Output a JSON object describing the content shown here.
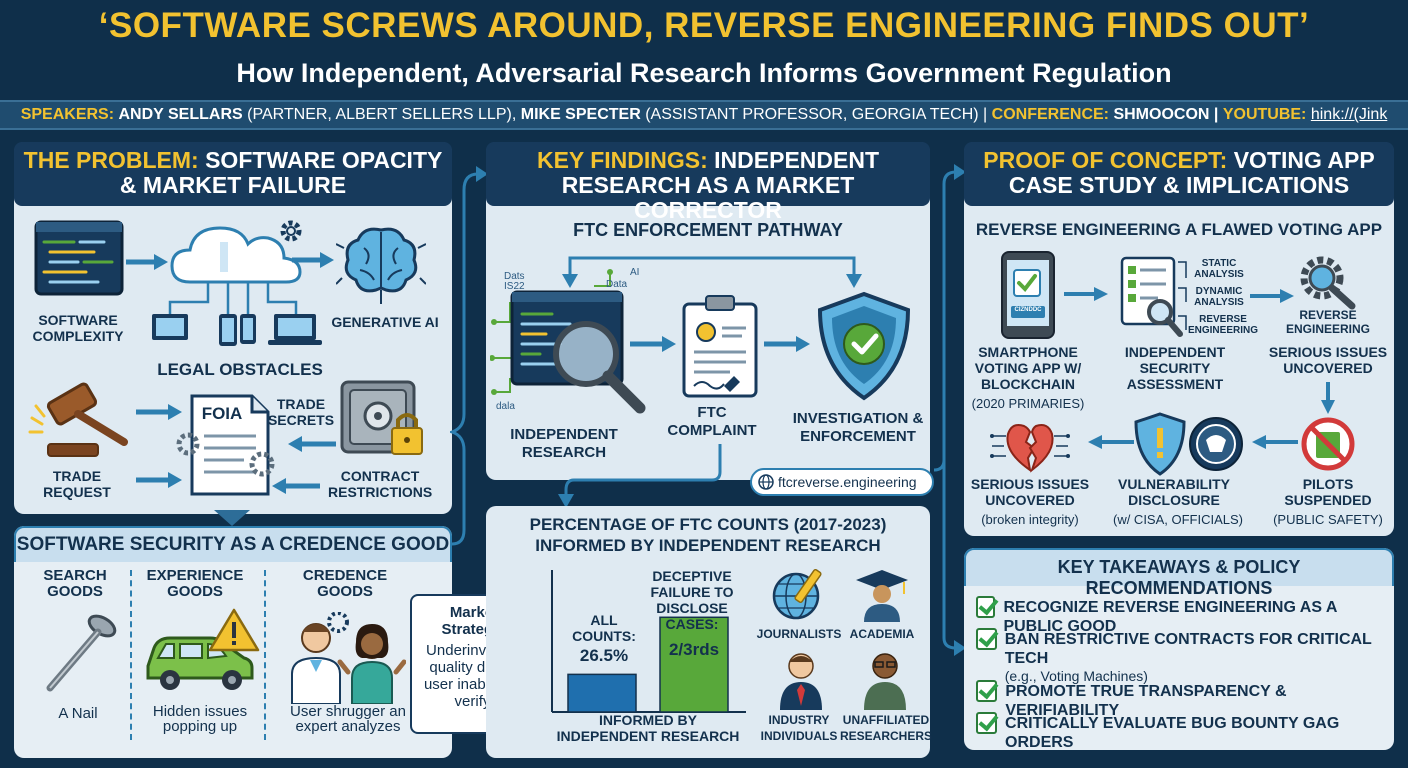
{
  "header": {
    "title": "‘SOFTWARE SCREWS AROUND, REVERSE ENGINEERING FINDS OUT’",
    "subtitle": "How Independent, Adversarial Research Informs Government Regulation",
    "speakers_label": "SPEAKERS:",
    "speaker1_name": "ANDY SELLARS",
    "speaker1_role": "(PARTNER, ALBERT SELLERS LLP),",
    "speaker2_name": "MIKE SPECTER",
    "speaker2_role": "(ASSISTANT PROFESSOR, GEORGIA TECH) |",
    "conference_label": "CONFERENCE:",
    "conference_value": "SHMOOCON |",
    "youtube_label": "YOUTUBE:",
    "youtube_link": "hink://(Jink"
  },
  "problem": {
    "title_highlight": "THE PROBLEM:",
    "title_rest": " SOFTWARE OPACITY & MARKET FAILURE",
    "software_complexity": "SOFTWARE COMPLEXITY",
    "generative_ai": "GENERATIVE AI",
    "legal_obstacles": "LEGAL OBSTACLES",
    "foia": "FOIA",
    "trade_secrets": "TRADE SECRETS",
    "trade_request": "TRADE REQUEST",
    "contract_restrictions": "CONTRACT RESTRICTIONS"
  },
  "credence": {
    "title": "SOFTWARE SECURITY AS A CREDENCE GOOD",
    "search_goods": "SEARCH GOODS",
    "search_caption": "A Nail",
    "experience_goods": "EXPERIENCE GOODS",
    "experience_caption": "Hidden issues popping up",
    "credence_goods": "CREDENCE GOODS",
    "credence_caption": "User shrugger an expert analyzes",
    "strategy_title": "Market Strategy:",
    "strategy_body": "Underinvest in quality due to user inability to verify."
  },
  "findings": {
    "title_highlight": "KEY FINDINGS:",
    "title_rest": " INDEPENDENT RESEARCH AS A MARKET CORRECTOR",
    "pathway_title": "FTC ENFORCEMENT PATHWAY",
    "independent_research": "INDEPENDENT RESEARCH",
    "ftc_complaint": "FTC COMPLAINT",
    "investigation": "INVESTIGATION & ENFORCEMENT",
    "website": "ftcreverse.engineering",
    "screen_labels": [
      "Dats",
      "IS22",
      "AI",
      "Data",
      "dala"
    ]
  },
  "chart_data": {
    "type": "bar",
    "title": "PERCENTAGE OF FTC COUNTS (2017-2023) INFORMED BY INDEPENDENT RESEARCH",
    "xlabel": "INFORMED BY INDEPENDENT RESEARCH",
    "ylabel": "",
    "ylim": [
      0,
      100
    ],
    "categories": [
      "ALL COUNTS:",
      "DECEPTIVE FAILURE TO DISCLOSE CASES:"
    ],
    "values": [
      26.5,
      66.7
    ],
    "value_labels": [
      "26.5%",
      "2/3rds"
    ],
    "colors": [
      "#1f6fae",
      "#58a83a"
    ],
    "contributors": [
      "JOURNALISTS",
      "ACADEMIA",
      "INDUSTRY INDIVIDUALS",
      "UNAFFILIATED RESEARCHERS"
    ]
  },
  "poc": {
    "title_highlight": "PROOF OF CONCEPT:",
    "title_rest": " VOTING APP CASE STUDY & IMPLICATIONS",
    "subtitle": "REVERSE ENGINEERING A FLAWED VOTING APP",
    "smartphone": "SMARTPHONE VOTING APP W/ BLOCKCHAIN",
    "smartphone_sub": "(2020 PRIMARIES)",
    "phone_badge": "CIZNDDC",
    "static_analysis": "STATIC ANALYSIS",
    "dynamic_analysis": "DYNAMIC ANALYSIS",
    "reverse_engineering_small": "REVERSE ENGINEERING",
    "assessment": "INDEPENDENT SECURITY ASSESSMENT",
    "reverse_engineering": "REVERSE ENGINEERING",
    "serious_issues": "SERIOUS ISSUES UNCOVERED",
    "pilots": "PILOTS SUSPENDED",
    "pilots_sub": "(PUBLIC SAFETY)",
    "disclosure": "VULNERABILITY DISCLOSURE",
    "disclosure_sub": "(w/ CISA, OFFICIALS)",
    "issues2": "SERIOUS ISSUES UNCOVERED",
    "issues2_sub": "(broken integrity)"
  },
  "takeaways": {
    "title": "KEY TAKEAWAYS & POLICY RECOMMENDATIONS",
    "items": [
      {
        "text": "RECOGNIZE REVERSE ENGINEERING AS A PUBLIC GOOD",
        "sub": ""
      },
      {
        "text": "BAN RESTRICTIVE CONTRACTS FOR CRITICAL TECH",
        "sub": "(e.g., Voting Machines)"
      },
      {
        "text": "PROMOTE TRUE TRANSPARENCY & VERIFIABILITY",
        "sub": ""
      },
      {
        "text": "CRITICALLY EVALUATE BUG BOUNTY GAG ORDERS",
        "sub": ""
      }
    ]
  },
  "colors": {
    "accent": "#f2c230",
    "navy": "#173a5c",
    "panel": "#dfeaf2",
    "blue": "#2d7fb0",
    "green": "#58a83a"
  }
}
